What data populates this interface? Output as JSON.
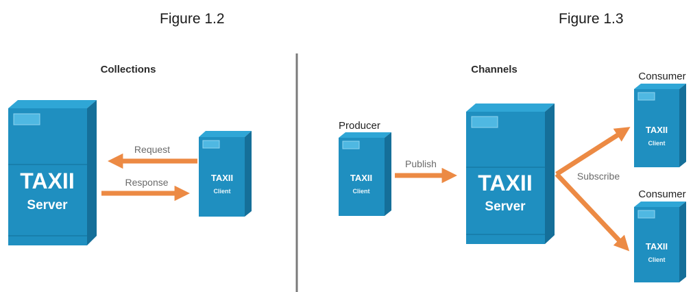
{
  "figures": {
    "left_label": "Figure 1.2",
    "right_label": "Figure 1.3"
  },
  "collections": {
    "title": "Collections",
    "server_line1": "TAXII",
    "server_line2": "Server",
    "client_line1": "TAXII",
    "client_line2": "Client",
    "request_label": "Request",
    "response_label": "Response"
  },
  "channels": {
    "title": "Channels",
    "producer_label": "Producer",
    "producer_line1": "TAXII",
    "producer_line2": "Client",
    "publish_label": "Publish",
    "server_line1": "TAXII",
    "server_line2": "Server",
    "subscribe_label": "Subscribe",
    "consumer_top_label": "Consumer",
    "consumer_top_line1": "TAXII",
    "consumer_top_line2": "Client",
    "consumer_bottom_label": "Consumer",
    "consumer_bottom_line1": "TAXII",
    "consumer_bottom_line2": "Client"
  },
  "colors": {
    "box_front": "#1f8fc0",
    "box_side": "#156f99",
    "box_top": "#2fa6d6",
    "arrow": "#ec8a44",
    "divider": "#7a7a7a"
  }
}
